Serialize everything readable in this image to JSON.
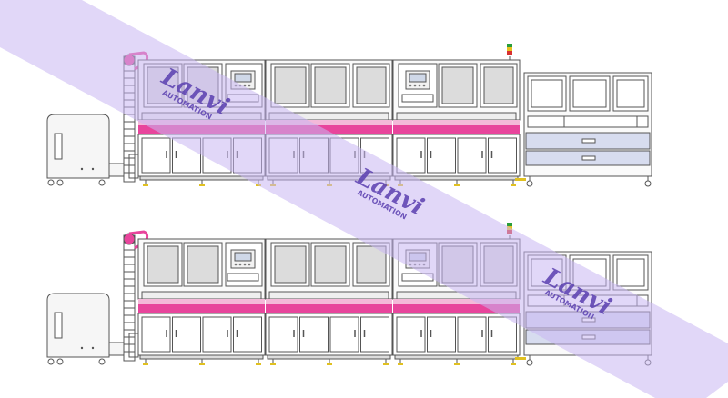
{
  "watermark": {
    "brand": "Lanvi",
    "tagline": "AUTOMATION",
    "band_color": "#c9b6f2",
    "text_color": "#5a3fb0"
  },
  "machine": {
    "pink_accent": "#e8459c",
    "pink_light": "#f4b9d9",
    "line_color": "#555555",
    "glass_color": "#dcdcdc",
    "drawer_color": "#d7dcef",
    "stack_light": [
      "#2a9d3a",
      "#e8c020",
      "#d83030"
    ],
    "footpad_color": "#e0c020"
  },
  "lines": [
    {
      "id": "line-top",
      "label": ""
    },
    {
      "id": "line-bottom",
      "label": ""
    }
  ]
}
